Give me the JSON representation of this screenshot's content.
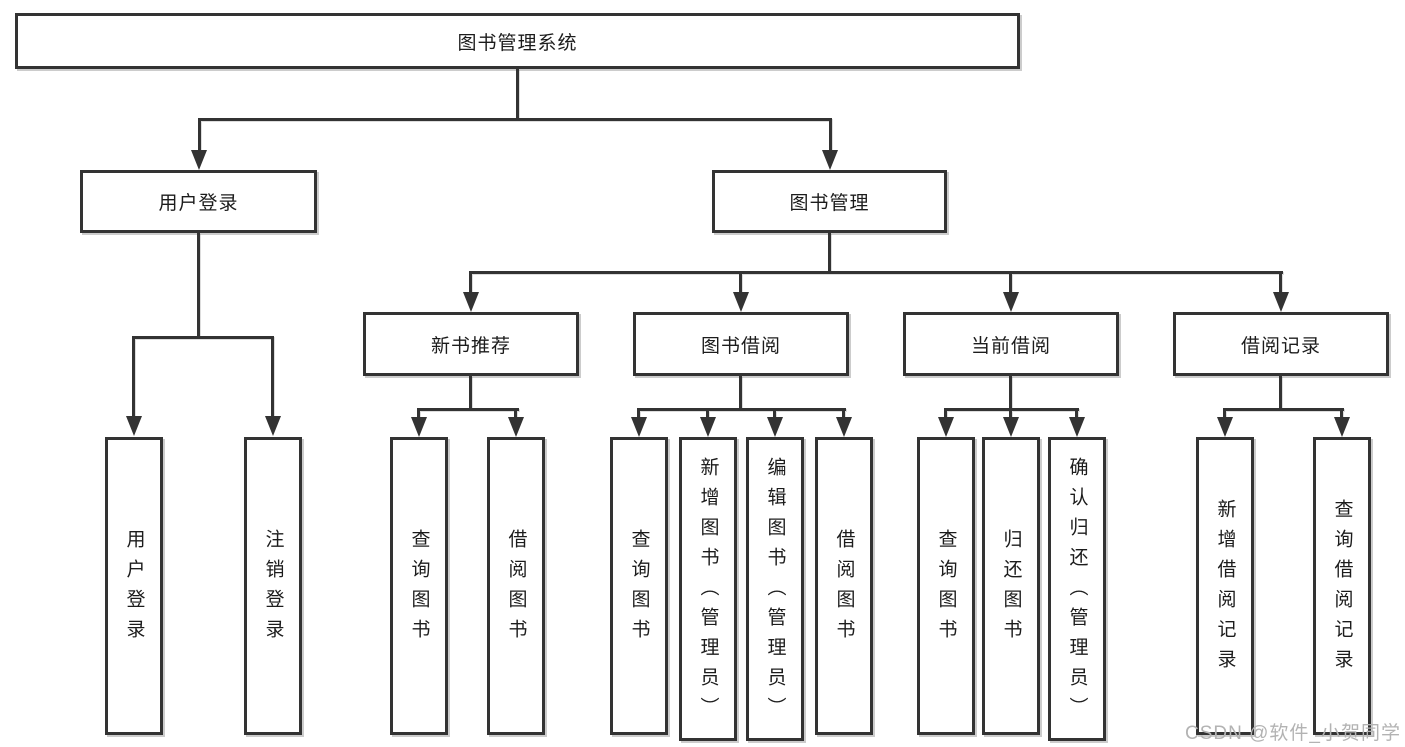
{
  "title": "图书管理系统",
  "level2": {
    "user": "用户登录",
    "mgmt": "图书管理"
  },
  "level3": {
    "recommend": "新书推荐",
    "borrow": "图书借阅",
    "current": "当前借阅",
    "records": "借阅记录"
  },
  "leaves": {
    "user": [
      "用户登录",
      "注销登录"
    ],
    "recommend": [
      "查询图书",
      "借阅图书"
    ],
    "borrow": [
      "查询图书",
      "新增图书（管理员）",
      "编辑图书（管理员）",
      "借阅图书"
    ],
    "current": [
      "查询图书",
      "归还图书",
      "确认归还（管理员）"
    ],
    "records": [
      "新增借阅记录",
      "查询借阅记录"
    ]
  },
  "watermark": "CSDN @软件_小贺同学",
  "colors": {
    "line": "#333333",
    "box_border": "#333333",
    "box_fill": "#ffffff",
    "text": "#1c1c1c",
    "watermark": "#b3b3b3"
  }
}
